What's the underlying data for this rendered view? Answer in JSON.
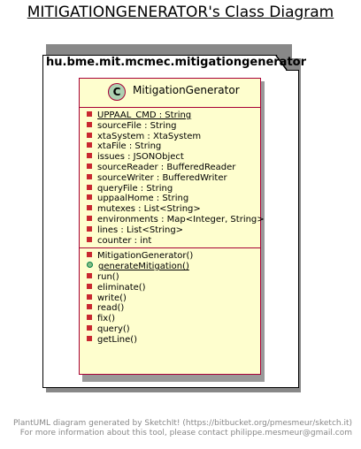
{
  "diagram": {
    "title": "MITIGATIONGENERATOR's Class Diagram"
  },
  "package": {
    "name": "hu.bme.mit.mcmec.mitigationgenerator"
  },
  "class": {
    "stereotype_letter": "C",
    "name": "MitigationGenerator",
    "attributes": [
      {
        "text": "UPPAAL_CMD : String",
        "visibility": "private",
        "static": true
      },
      {
        "text": "sourceFile : String",
        "visibility": "private",
        "static": false
      },
      {
        "text": "xtaSystem : XtaSystem",
        "visibility": "private",
        "static": false
      },
      {
        "text": "xtaFile : String",
        "visibility": "private",
        "static": false
      },
      {
        "text": "issues : JSONObject",
        "visibility": "private",
        "static": false
      },
      {
        "text": "sourceReader : BufferedReader",
        "visibility": "private",
        "static": false
      },
      {
        "text": "sourceWriter : BufferedWriter",
        "visibility": "private",
        "static": false
      },
      {
        "text": "queryFile : String",
        "visibility": "private",
        "static": false
      },
      {
        "text": "uppaalHome : String",
        "visibility": "private",
        "static": false
      },
      {
        "text": "mutexes : List<String>",
        "visibility": "private",
        "static": false
      },
      {
        "text": "environments : Map<Integer, String>",
        "visibility": "private",
        "static": false
      },
      {
        "text": "lines : List<String>",
        "visibility": "private",
        "static": false
      },
      {
        "text": "counter : int",
        "visibility": "private",
        "static": false
      }
    ],
    "methods": [
      {
        "text": "MitigationGenerator()",
        "visibility": "private",
        "static": false
      },
      {
        "text": "generateMitigation()",
        "visibility": "public",
        "static": true
      },
      {
        "text": "run()",
        "visibility": "private",
        "static": false
      },
      {
        "text": "eliminate()",
        "visibility": "private",
        "static": false
      },
      {
        "text": "write()",
        "visibility": "private",
        "static": false
      },
      {
        "text": "read()",
        "visibility": "private",
        "static": false
      },
      {
        "text": "fix()",
        "visibility": "private",
        "static": false
      },
      {
        "text": "query()",
        "visibility": "private",
        "static": false
      },
      {
        "text": "getLine()",
        "visibility": "private",
        "static": false
      }
    ]
  },
  "footer": {
    "line1": "PlantUML diagram generated by SketchIt! (https://bitbucket.org/pmesmeur/sketch.it)",
    "line2": "For more information about this tool, please contact philippe.mesmeur@gmail.com"
  },
  "colors": {
    "class_fill": "#fefece",
    "class_border": "#a80036",
    "stereotype_fill": "#add1b2",
    "private_marker": "#c82930",
    "public_marker": "#84be84"
  }
}
